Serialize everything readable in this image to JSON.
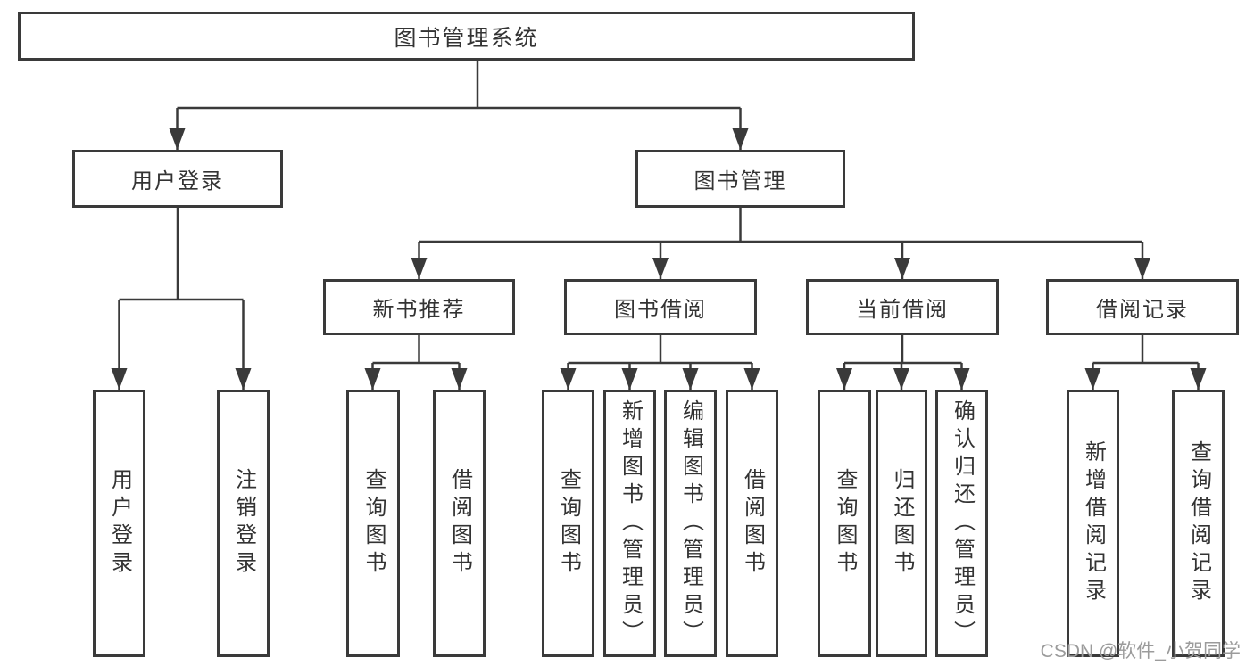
{
  "diagram": {
    "title": "图书管理系统",
    "tree": {
      "label": "图书管理系统",
      "children": [
        {
          "label": "用户登录",
          "children": [
            {
              "label": "用户登录"
            },
            {
              "label": "注销登录"
            }
          ]
        },
        {
          "label": "图书管理",
          "children": [
            {
              "label": "新书推荐",
              "children": [
                {
                  "label": "查询图书"
                },
                {
                  "label": "借阅图书"
                }
              ]
            },
            {
              "label": "图书借阅",
              "children": [
                {
                  "label": "查询图书"
                },
                {
                  "label": "新增图书（管理员）"
                },
                {
                  "label": "编辑图书（管理员）"
                },
                {
                  "label": "借阅图书"
                }
              ]
            },
            {
              "label": "当前借阅",
              "children": [
                {
                  "label": "查询图书"
                },
                {
                  "label": "归还图书"
                },
                {
                  "label": "确认归还（管理员）"
                }
              ]
            },
            {
              "label": "借阅记录",
              "children": [
                {
                  "label": "新增借阅记录"
                },
                {
                  "label": "查询借阅记录"
                }
              ]
            }
          ]
        }
      ]
    },
    "watermark": "CSDN @软件_小贺同学",
    "colors": {
      "line": "#3a3a3a",
      "box_border": "#3a3a3a",
      "box_fill": "#ffffff",
      "text": "#333333",
      "watermark": "#9b9b9b",
      "background": "#ffffff"
    }
  }
}
